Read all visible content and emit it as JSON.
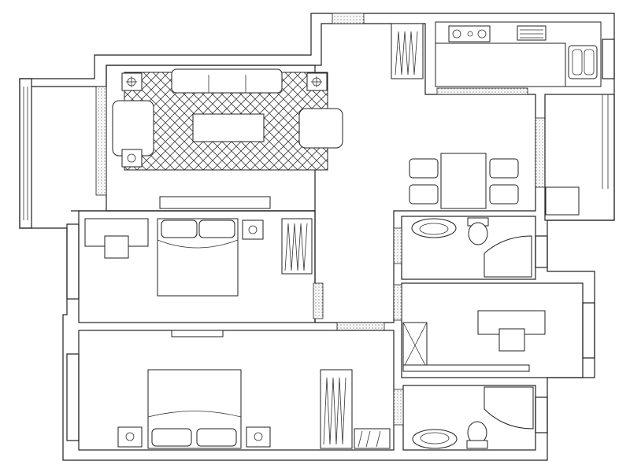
{
  "plan": {
    "wall_color": "#222222",
    "background": "#ffffff",
    "rooms": [
      "living-room",
      "kitchen",
      "dining-room",
      "bedroom-1",
      "bedroom-2",
      "study",
      "bathroom-1",
      "bathroom-2",
      "balcony-west",
      "balcony-east"
    ]
  }
}
